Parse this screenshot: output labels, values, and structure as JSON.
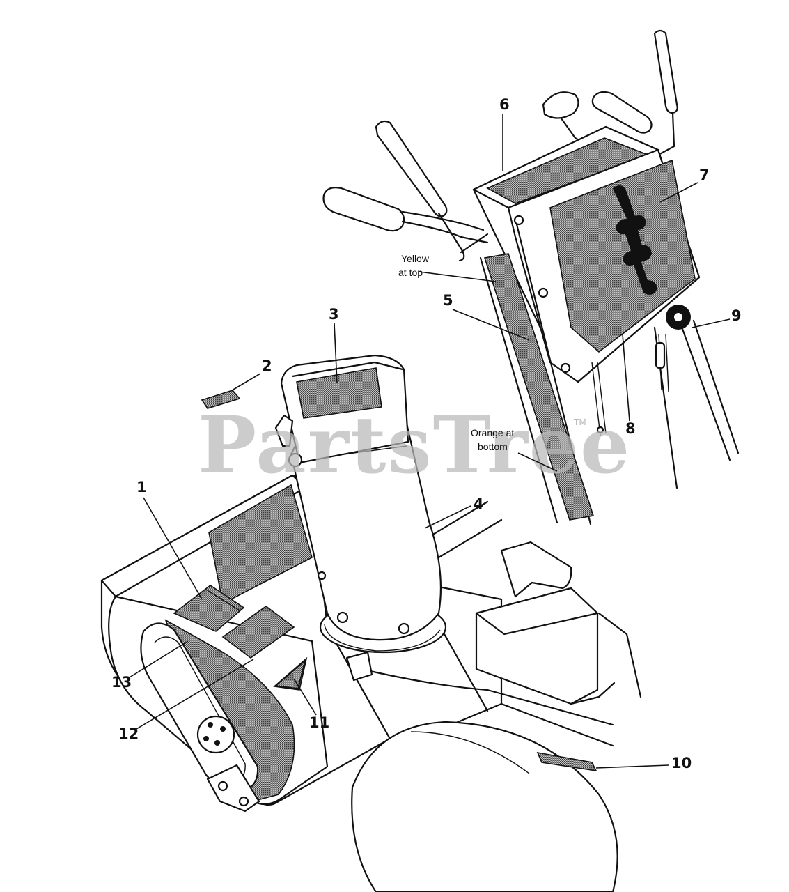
{
  "watermark": {
    "text": "PartsTree",
    "trademark": "TM"
  },
  "notes": {
    "yellow_line1": "Yellow",
    "yellow_line2": "at top",
    "orange_line1": "Orange at",
    "orange_line2": "bottom"
  },
  "callouts": {
    "c1": "1",
    "c2": "2",
    "c3": "3",
    "c4": "4",
    "c5": "5",
    "c6": "6",
    "c7": "7",
    "c8": "8",
    "c9": "9",
    "c10": "10",
    "c11": "11",
    "c12": "12",
    "c13": "13"
  }
}
